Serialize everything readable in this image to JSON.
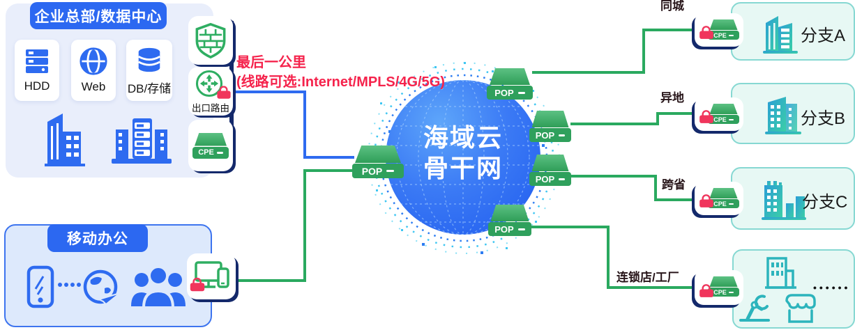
{
  "hq": {
    "title": "企业总部/数据中心",
    "cards": [
      {
        "label": "HDD"
      },
      {
        "label": "Web"
      },
      {
        "label": "DB/存储"
      }
    ],
    "router_label": "出口路由"
  },
  "last_mile": {
    "line1": "最后一公里",
    "line2": "(线路可选:Internet/MPLS/4G/5G)"
  },
  "cloud": {
    "line1": "海域云",
    "line2": "骨干网"
  },
  "pop": {
    "label": "POP"
  },
  "cpe": {
    "label": "CPE"
  },
  "mobile": {
    "title": "移动办公"
  },
  "branches": [
    {
      "name": "分支A",
      "link_label": "同城"
    },
    {
      "name": "分支B",
      "link_label": "异地"
    },
    {
      "name": "分支C",
      "link_label": "跨省"
    },
    {
      "name": "",
      "link_label": "连锁店/工厂",
      "more": "••••••"
    }
  ],
  "colors": {
    "blue": "#2c68f1",
    "green_line": "#2aa95f",
    "red": "#f5234c",
    "navy": "#14296b",
    "mint": "#e7f8f4",
    "device_green": "#2fa05c"
  }
}
